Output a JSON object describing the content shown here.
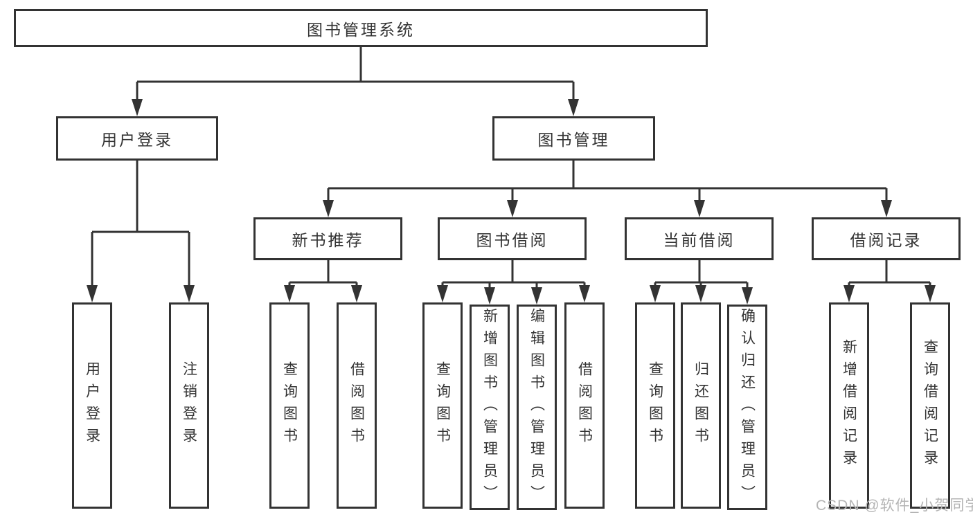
{
  "diagram": {
    "title": "图书管理系统",
    "watermark": "CSDN @软件_小贺同学",
    "colors": {
      "line": "#333333",
      "text": "#333333",
      "box_background": "#ffffff",
      "watermark": "#b5b5b5"
    },
    "nodes": {
      "root": {
        "label": "图书管理系统"
      },
      "login": {
        "label": "用户登录"
      },
      "manage": {
        "label": "图书管理"
      },
      "recommend": {
        "label": "新书推荐"
      },
      "borrow": {
        "label": "图书借阅"
      },
      "current": {
        "label": "当前借阅"
      },
      "records": {
        "label": "借阅记录"
      },
      "login_user": {
        "label": "用户登录"
      },
      "login_logout": {
        "label": "注销登录"
      },
      "rec_query": {
        "label": "查询图书"
      },
      "rec_borrow": {
        "label": "借阅图书"
      },
      "bor_query": {
        "label": "查询图书"
      },
      "bor_add": {
        "label": "新增图书（管理员）"
      },
      "bor_edit": {
        "label": "编辑图书（管理员）"
      },
      "bor_lend": {
        "label": "借阅图书"
      },
      "cur_query": {
        "label": "查询图书"
      },
      "cur_return": {
        "label": "归还图书"
      },
      "cur_confirm": {
        "label": "确认归还（管理员）"
      },
      "log_add": {
        "label": "新增借阅记录"
      },
      "log_query": {
        "label": "查询借阅记录"
      }
    },
    "edges": [
      [
        "root",
        "login"
      ],
      [
        "root",
        "manage"
      ],
      [
        "login",
        "login_user"
      ],
      [
        "login",
        "login_logout"
      ],
      [
        "manage",
        "recommend"
      ],
      [
        "manage",
        "borrow"
      ],
      [
        "manage",
        "current"
      ],
      [
        "manage",
        "records"
      ],
      [
        "recommend",
        "rec_query"
      ],
      [
        "recommend",
        "rec_borrow"
      ],
      [
        "borrow",
        "bor_query"
      ],
      [
        "borrow",
        "bor_add"
      ],
      [
        "borrow",
        "bor_edit"
      ],
      [
        "borrow",
        "bor_lend"
      ],
      [
        "current",
        "cur_query"
      ],
      [
        "current",
        "cur_return"
      ],
      [
        "current",
        "cur_confirm"
      ],
      [
        "records",
        "log_add"
      ],
      [
        "records",
        "log_query"
      ]
    ]
  }
}
